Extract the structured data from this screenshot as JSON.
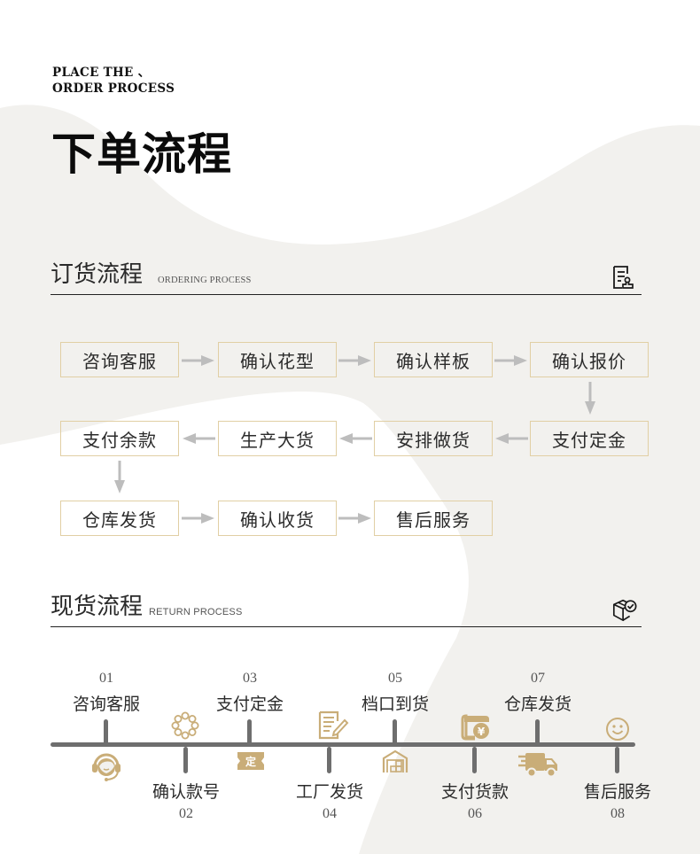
{
  "header": {
    "eyebrow_line1": "PLACE THE 、",
    "eyebrow_line2": "ORDER PROCESS",
    "title": "下单流程"
  },
  "colors": {
    "background": "#ffffff",
    "shape": "#f2f1ee",
    "accent_gold": "#c9ad78",
    "box_border": "#e1cfa4",
    "arrow_gray": "#bdbdbd",
    "timeline_gray": "#6e6e6e",
    "text_dark": "#2b2b2b"
  },
  "ordering": {
    "title": "订货流程",
    "subtitle": "ORDERING PROCESS",
    "icon": "document-stamp-icon",
    "steps": [
      {
        "label": "咨询客服"
      },
      {
        "label": "确认花型"
      },
      {
        "label": "确认样板"
      },
      {
        "label": "确认报价"
      },
      {
        "label": "支付定金"
      },
      {
        "label": "安排做货"
      },
      {
        "label": "生产大货"
      },
      {
        "label": "支付余款"
      },
      {
        "label": "仓库发货"
      },
      {
        "label": "确认收货"
      },
      {
        "label": "售后服务"
      }
    ]
  },
  "return_flow": {
    "title": "现货流程",
    "subtitle": "RETURN PROCESS",
    "icon": "box-check-icon",
    "steps": [
      {
        "num": "01",
        "label": "咨询客服",
        "icon": "headset-agent-icon",
        "position": "top"
      },
      {
        "num": "02",
        "label": "确认款号",
        "icon": "bead-ring-icon",
        "position": "bottom"
      },
      {
        "num": "03",
        "label": "支付定金",
        "icon": "deposit-ticket-icon",
        "icon_text": "定",
        "position": "top"
      },
      {
        "num": "04",
        "label": "工厂发货",
        "icon": "document-edit-icon",
        "position": "bottom"
      },
      {
        "num": "05",
        "label": "档口到货",
        "icon": "warehouse-icon",
        "position": "top"
      },
      {
        "num": "06",
        "label": "支付货款",
        "icon": "yuan-card-icon",
        "icon_text": "¥",
        "position": "bottom"
      },
      {
        "num": "07",
        "label": "仓库发货",
        "icon": "delivery-truck-icon",
        "position": "top"
      },
      {
        "num": "08",
        "label": "售后服务",
        "icon": "smiley-icon",
        "position": "bottom"
      }
    ]
  }
}
